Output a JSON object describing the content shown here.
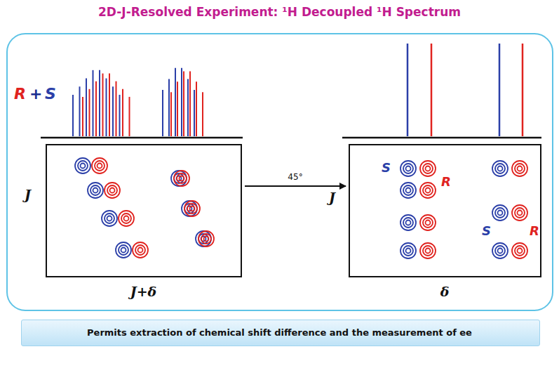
{
  "diagram": {
    "title": "2D-J-Resolved Experiment: ¹H Decoupled ¹H Spectrum",
    "nodes": [
      {
        "text": [
          "J",
          "J+δ"
        ]
      },
      {
        "text": [
          "J",
          "δ",
          "S",
          "R",
          "S",
          "R"
        ]
      },
      {
        "text": [
          "Permits extraction of chemical shift difference and the measurement of ee"
        ]
      }
    ],
    "edges": [
      {
        "from": 0,
        "to": 1,
        "arrow": "to",
        "label": "45°"
      }
    ],
    "labels": [
      "R",
      "+",
      "S"
    ]
  }
}
